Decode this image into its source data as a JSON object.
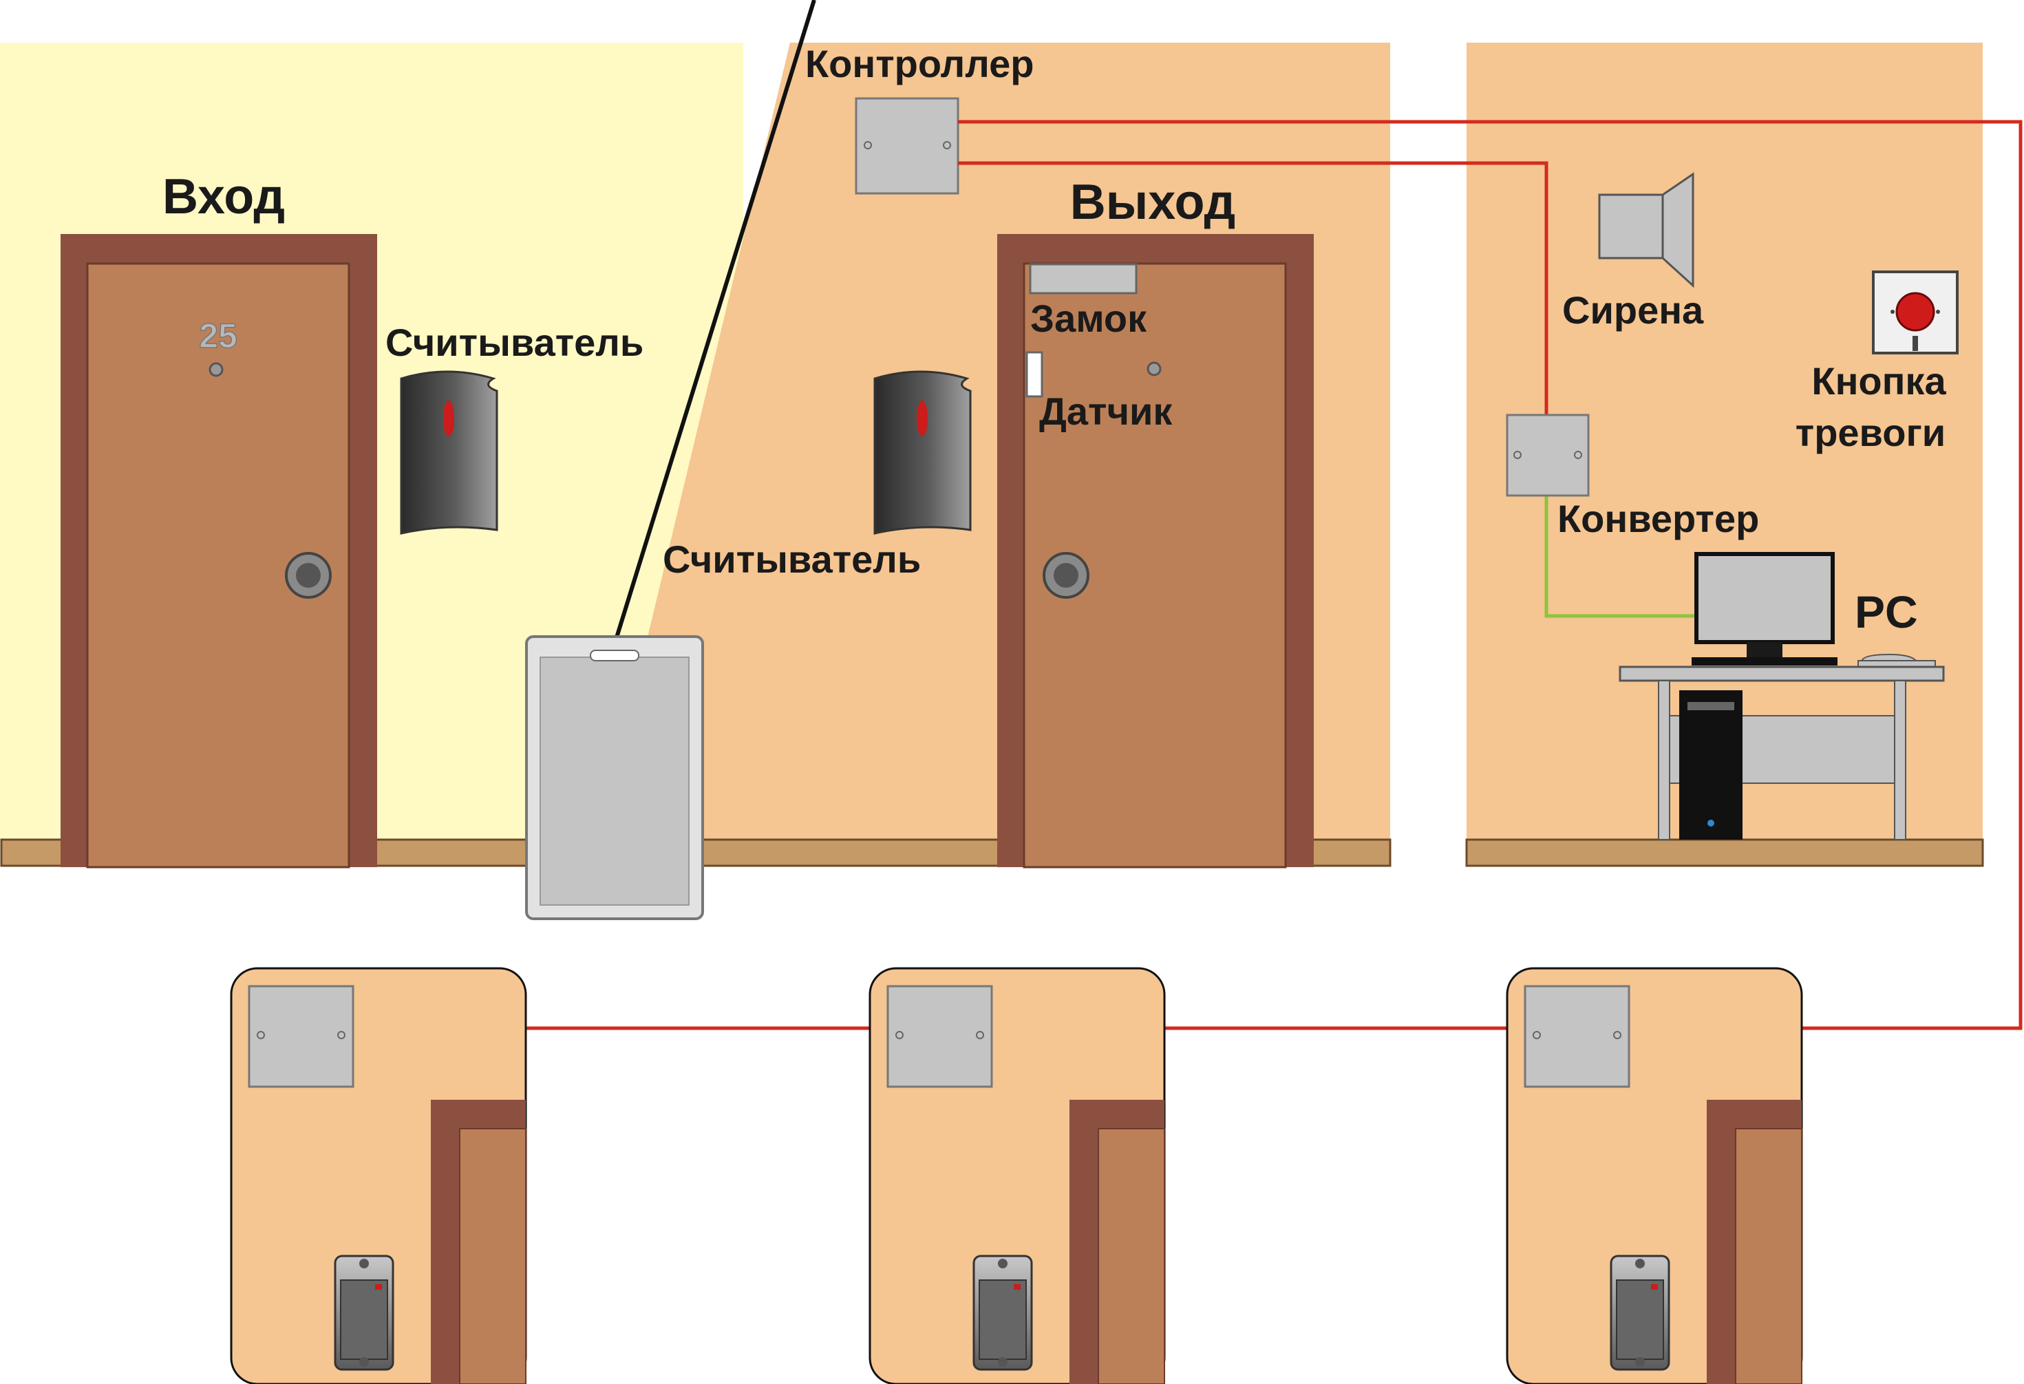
{
  "labels": {
    "entrance": "Вход",
    "exit": "Выход",
    "room_number": "25",
    "reader_left": "Считыватель",
    "reader_right": "Считыватель",
    "controller": "Контроллер",
    "lock": "Замок",
    "sensor": "Датчик",
    "siren": "Сирена",
    "alarm_button_line1": "Кнопка",
    "alarm_button_line2": "тревоги",
    "converter": "Конвертер",
    "pc": "PC"
  },
  "colors": {
    "corridor_wall": "#fff9c4",
    "room_wall": "#f5c592",
    "door_frame": "#8b5040",
    "door_leaf": "#bc8058",
    "floor_strip": "#c69a66",
    "device_grey": "#c4c4c4",
    "red_wire": "#d42a1f",
    "green_wire": "#8cc43c"
  }
}
